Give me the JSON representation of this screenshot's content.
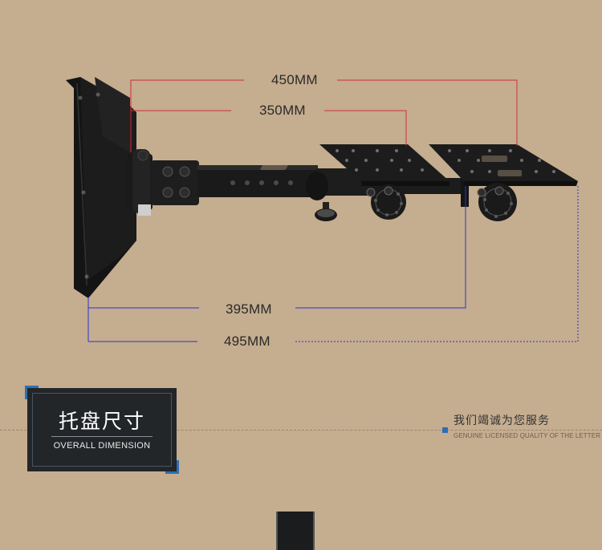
{
  "dimensions": {
    "top_outer": "450MM",
    "top_inner": "350MM",
    "bottom_inner": "395MM",
    "bottom_outer": "495MM"
  },
  "section": {
    "title": "托盘尺寸",
    "subtitle": "OVERALL DIMENSION"
  },
  "service": {
    "text": "我们竭诚为您服务",
    "subtext": "GENUINE LICENSED QUALITY OF THE LETTER"
  },
  "colors": {
    "background": "#c5ad8f",
    "top_dimension_lines": "#d0303a",
    "bottom_dimension_lines": "#2b34c8",
    "accent_blue": "#2d6eb5"
  }
}
